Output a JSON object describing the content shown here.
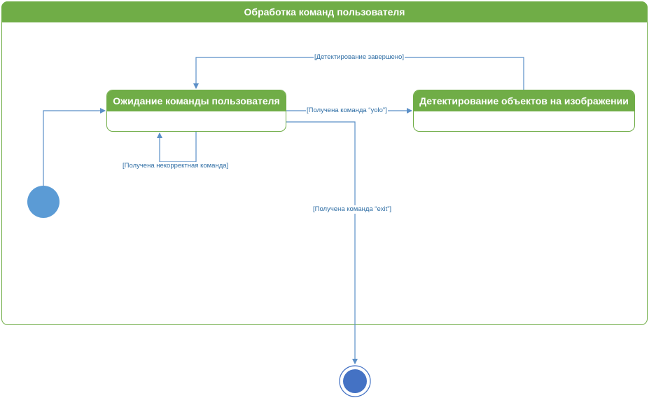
{
  "diagram": {
    "composite_title": "Обработка команд пользователя",
    "states": {
      "waiting": "Ожидание команды пользователя",
      "detecting": "Детектирование объектов на изображении"
    },
    "transitions": {
      "detection_done": "[Детектирование завершено]",
      "yolo_received": "[Получена команда “yolo”]",
      "incorrect_command": "[Получена некорректная команда]",
      "exit_received": "[Получена команда “exit”]"
    },
    "colors": {
      "state_fill": "#70ad47",
      "edge": "#5b8fc7",
      "initial_node": "#5b9bd5",
      "final_node": "#4472c4"
    }
  }
}
